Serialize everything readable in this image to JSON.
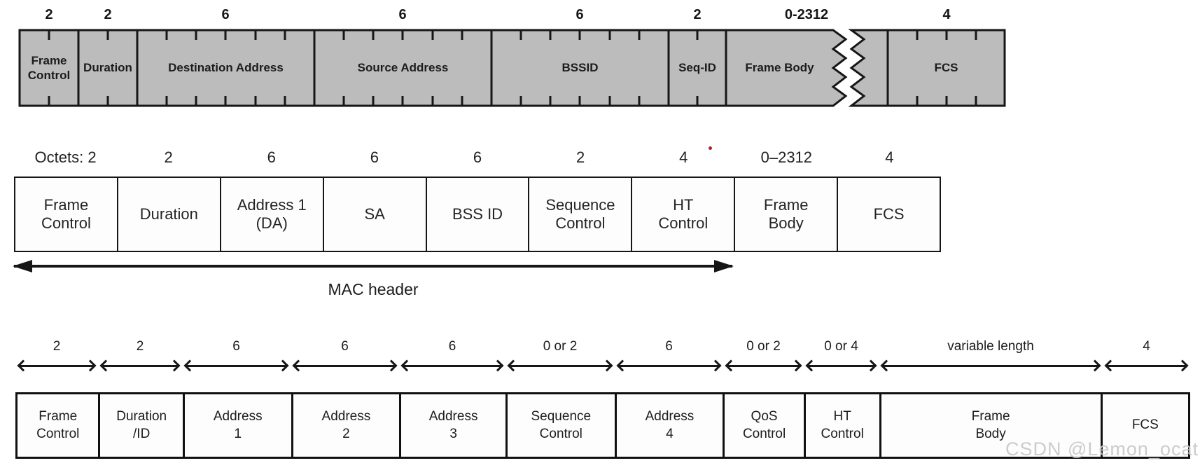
{
  "title": "802.11 MAC frame format comparison diagram",
  "colors": {
    "top_box_fill": "#bcbcbc",
    "border": "#161616",
    "red_dot": "#b92020",
    "watermark_gray": "#c6c6c6"
  },
  "top": {
    "sizes": [
      "2",
      "2",
      "6",
      "6",
      "6",
      "2",
      "0-2312",
      "4"
    ],
    "fields": [
      "Frame\nControl",
      "Duration",
      "Destination Address",
      "Source Address",
      "BSSID",
      "Seq-ID",
      "Frame Body",
      "FCS"
    ],
    "octets": [
      2,
      2,
      6,
      6,
      6,
      2,
      null,
      4
    ]
  },
  "middle": {
    "sizes": [
      "Octets: 2",
      "2",
      "6",
      "6",
      "6",
      "2",
      "4",
      "0–2312",
      "4"
    ],
    "fields": [
      "Frame\nControl",
      "Duration",
      "Address 1\n(DA)",
      "SA",
      "BSS ID",
      "Sequence\nControl",
      "HT\nControl",
      "Frame\nBody",
      "FCS"
    ],
    "mac_header": "MAC header"
  },
  "bottom": {
    "sizes": [
      "2",
      "2",
      "6",
      "6",
      "6",
      "0 or 2",
      "6",
      "0 or 2",
      "0 or 4",
      "variable length",
      "4"
    ],
    "fields": [
      "Frame\nControl",
      "Duration\n/ID",
      "Address\n1",
      "Address\n2",
      "Address\n3",
      "Sequence\nControl",
      "Address\n4",
      "QoS\nControl",
      "HT\nControl",
      "Frame\nBody",
      "FCS"
    ]
  },
  "watermark": "CSDN @Lemon_ocat"
}
